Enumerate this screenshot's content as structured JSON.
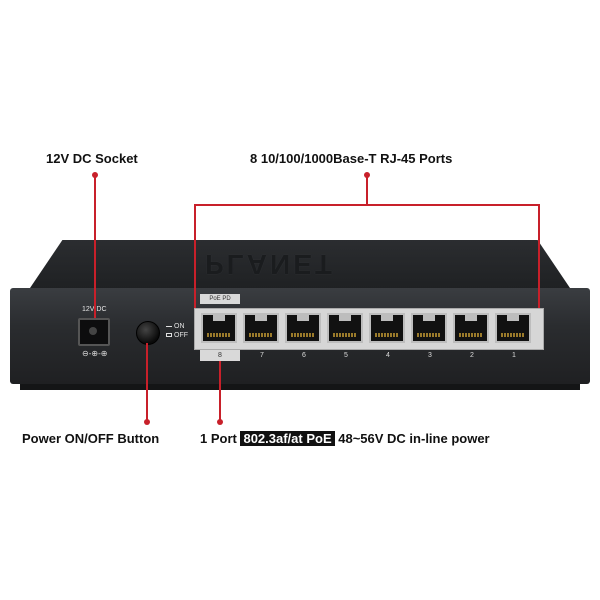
{
  "callouts": {
    "dc_socket": "12V DC Socket",
    "ports": "8 10/100/1000Base-T RJ-45 Ports",
    "power_button": "Power ON/OFF Button",
    "poe_port_prefix": "1 Port",
    "poe_port_highlight": "802.3af/at PoE",
    "poe_port_suffix": "48~56V DC in-line power"
  },
  "device": {
    "brand_logo": "PLANET",
    "dc_label": "12V DC",
    "polarity_symbol": "⊖-⊕-⊕",
    "power_on_label": "ON",
    "power_off_label": "OFF",
    "poe_pd_tag": "PoE PD",
    "port_numbers": [
      "8",
      "7",
      "6",
      "5",
      "4",
      "3",
      "2",
      "1"
    ]
  },
  "colors": {
    "callout_line": "#c8202a",
    "device_body": "#2a2c2f",
    "highlight_bg": "#111111"
  }
}
